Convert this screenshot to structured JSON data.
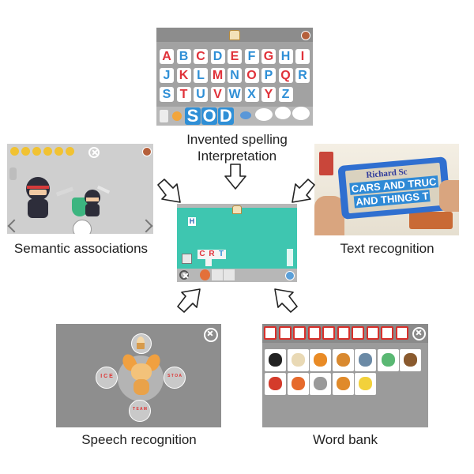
{
  "captions": {
    "top": [
      "Invented spelling",
      "Interpretation"
    ],
    "left": "Semantic associations",
    "right": "Text recognition",
    "bottom_left": "Speech recognition",
    "bottom_right": "Word bank"
  },
  "keyboard": {
    "rows": [
      [
        "A",
        "B",
        "C",
        "D",
        "E",
        "F",
        "G",
        "H",
        "I"
      ],
      [
        "J",
        "K",
        "L",
        "M",
        "N",
        "O",
        "P",
        "Q",
        "R"
      ],
      [
        "S",
        "T",
        "U",
        "V",
        "W",
        "X",
        "Y",
        "Z"
      ]
    ],
    "red_letters": [
      "A",
      "C",
      "E",
      "G",
      "I",
      "K",
      "M",
      "O",
      "Q",
      "T",
      "V",
      "Y"
    ],
    "typed_word": [
      "S",
      "O",
      "D"
    ]
  },
  "center_app": {
    "word_letters": [
      "C",
      "R",
      "T"
    ],
    "badge_letter": "H"
  },
  "text_recognition": {
    "book_lines": [
      "Richard Sc",
      "CARS AND TRUC",
      "AND THINGS T"
    ]
  },
  "speech_recognition": {
    "bubble_labels": [
      "I C E",
      "S T O A",
      "T E A M"
    ]
  },
  "word_bank": {
    "animal_icons": [
      "cat-icon",
      "dog-icon",
      "lion-icon",
      "tiger-icon",
      "shark-icon",
      "dinosaur-icon",
      "horse-icon",
      "bird-icon",
      "fox-icon",
      "mouse-icon",
      "butterfly-icon",
      "bee-icon"
    ]
  },
  "colors": {
    "panel_gray": "#8e8e8e",
    "teal": "#3ec6b0",
    "letter_red": "#e0323a",
    "letter_blue": "#2f8fd6",
    "tab_red": "#d8302b"
  }
}
